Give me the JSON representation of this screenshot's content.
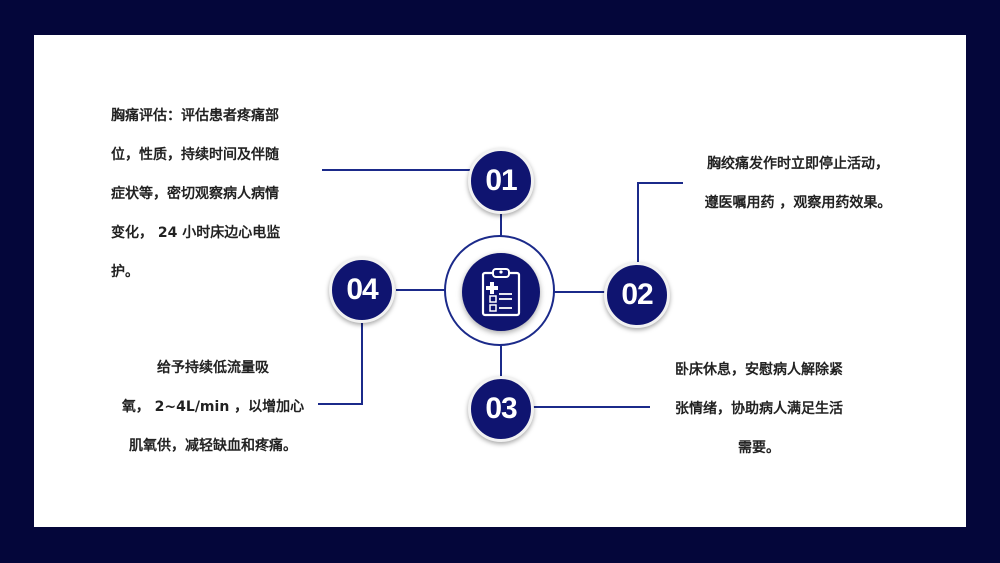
{
  "colors": {
    "frame": "#04063a",
    "panel": "#ffffff",
    "accent": "#0f1470",
    "line": "#1b2a8a",
    "text": "#222222"
  },
  "center": {
    "icon": "clipboard-medical-icon"
  },
  "items": [
    {
      "number": "01",
      "lines": [
        "胸痛评估：评估患者疼痛部",
        "位，性质，持续时间及伴随",
        "症状等，密切观察病人病情",
        "变化， 24 小时床边心电监",
        "护。"
      ]
    },
    {
      "number": "02",
      "lines": [
        "胸绞痛发作时立即停止活动，",
        "遵医嘱用药 ，观察用药效果。"
      ]
    },
    {
      "number": "03",
      "lines": [
        "卧床休息，安慰病人解除紧",
        "张情绪，协助病人满足生活",
        "需要。"
      ]
    },
    {
      "number": "04",
      "lines": [
        "给予持续低流量吸",
        "氧， 2~4L/min ，以增加心",
        "肌氧供，减轻缺血和疼痛。"
      ]
    }
  ]
}
